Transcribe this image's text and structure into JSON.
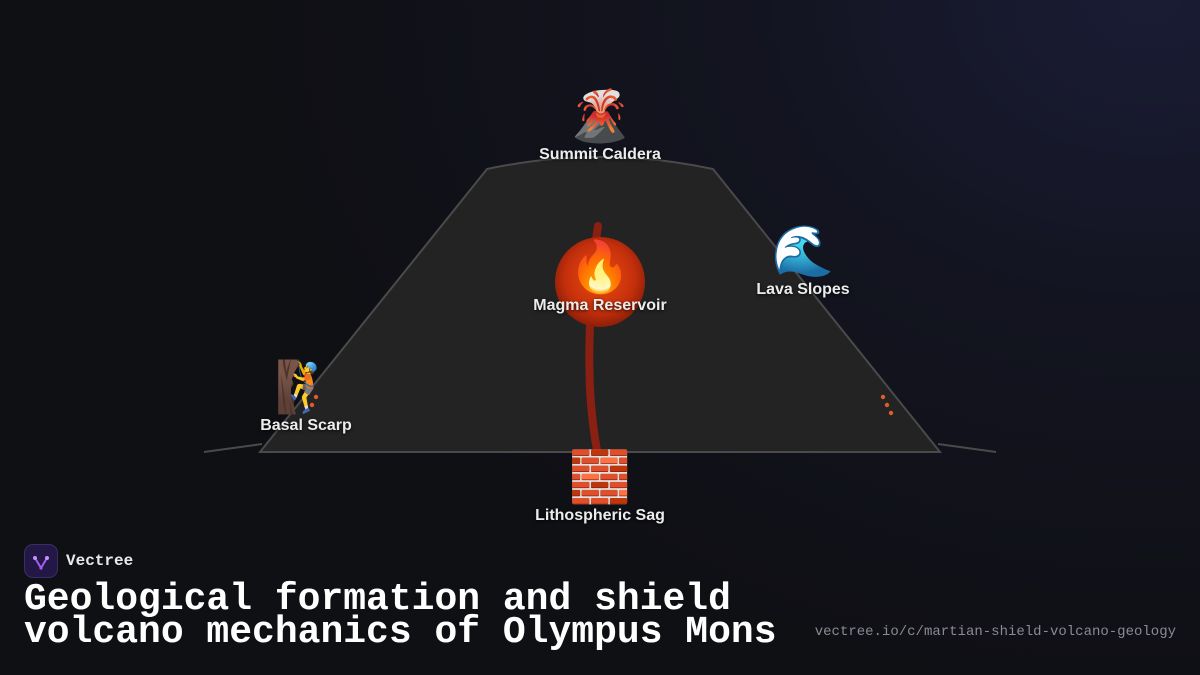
{
  "diagram": {
    "nodes": {
      "summit": {
        "icon": "volcano-icon",
        "emoji": "🌋",
        "label": "Summit Caldera"
      },
      "magma": {
        "icon": "fire-icon",
        "emoji": "🔥",
        "label": "Magma Reservoir"
      },
      "lava": {
        "icon": "wave-icon",
        "emoji": "🌊",
        "label": "Lava Slopes"
      },
      "scarp": {
        "icon": "climber-icon",
        "emoji": "🧗",
        "label": "Basal Scarp"
      },
      "sag": {
        "icon": "brick-icon",
        "emoji": "🧱",
        "label": "Lithospheric Sag"
      }
    },
    "colors": {
      "volcano_fill": "#232323",
      "volcano_stroke": "#4a4a4a",
      "conduit": "#8a2012",
      "magma_glow": "#d43c10"
    }
  },
  "brand": {
    "logo_icon": "vectree-logo-icon",
    "name": "Vectree"
  },
  "title": "Geological formation and shield volcano mechanics of Olympus Mons",
  "url": "vectree.io/c/martian-shield-volcano-geology"
}
